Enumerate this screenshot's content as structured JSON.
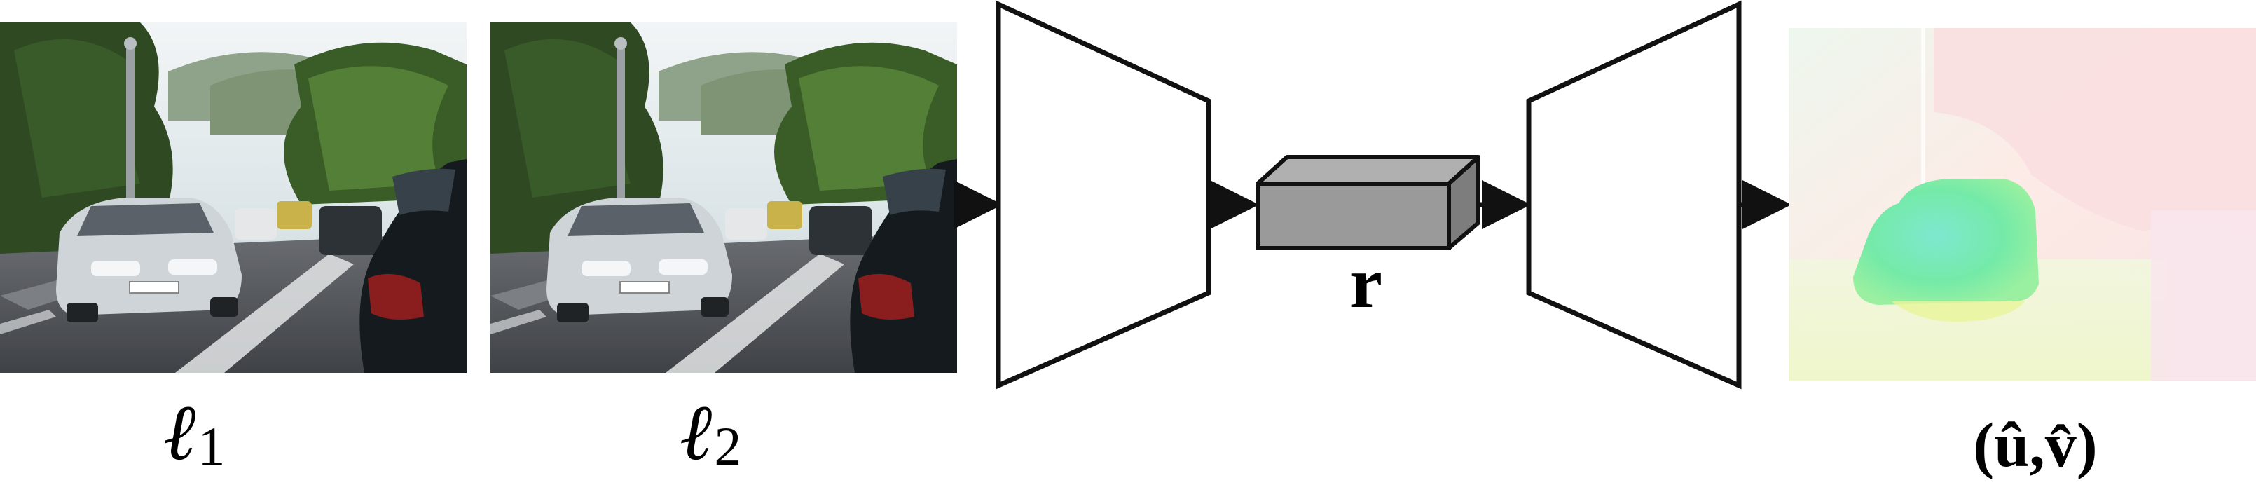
{
  "frames": [
    {
      "symbol": "ℓ",
      "subscript": "1"
    },
    {
      "symbol": "ℓ",
      "subscript": "2"
    }
  ],
  "latent": {
    "label": "r",
    "fill": "#9a9a9a"
  },
  "output": {
    "text": "(û,v̂)"
  },
  "colors": {
    "stroke": "#111111",
    "sky": "#dfe9ec",
    "hill": "#7f9474",
    "tree_dark": "#2f4a22",
    "tree_mid": "#4f7a34",
    "road": "#55585d",
    "car_silver": "#cfd4d8",
    "car_black": "#151a1f",
    "flow_bg": "#fbe8e4",
    "flow_car": "#69e5b2"
  }
}
